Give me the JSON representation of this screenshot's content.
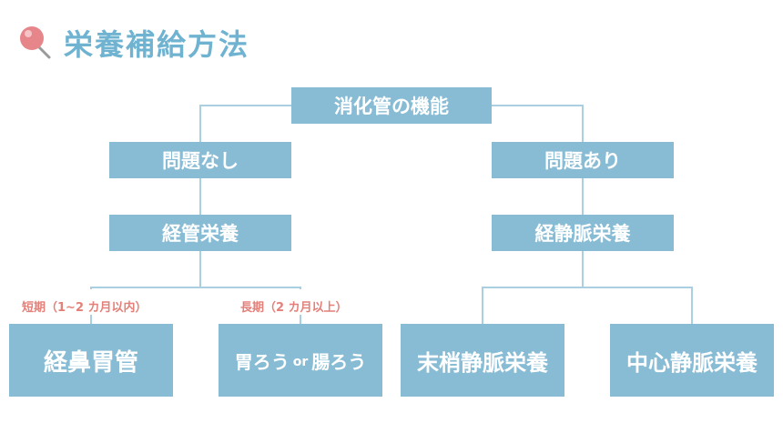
{
  "title": "栄養補給方法",
  "icons": {
    "title_icon": "pushpin-icon"
  },
  "colors": {
    "box": "#88bcd5",
    "line": "#a9cfe1",
    "title": "#6fb3d1",
    "note": "#e3807a"
  },
  "nodes": {
    "root": "消化管の機能",
    "no_problem": "問題なし",
    "problem": "問題あり",
    "enteral": "経管栄養",
    "parenteral": "経静脈栄養",
    "nasogastric": "経鼻胃管",
    "gastrostomy": "胃ろう",
    "or": "or",
    "enterostomy": "腸ろう",
    "peripheral": "末梢静脈栄養",
    "central": "中心静脈栄養"
  },
  "notes": {
    "short": "短期（1~2 カ月以内）",
    "long": "長期（2 カ月以上）"
  }
}
